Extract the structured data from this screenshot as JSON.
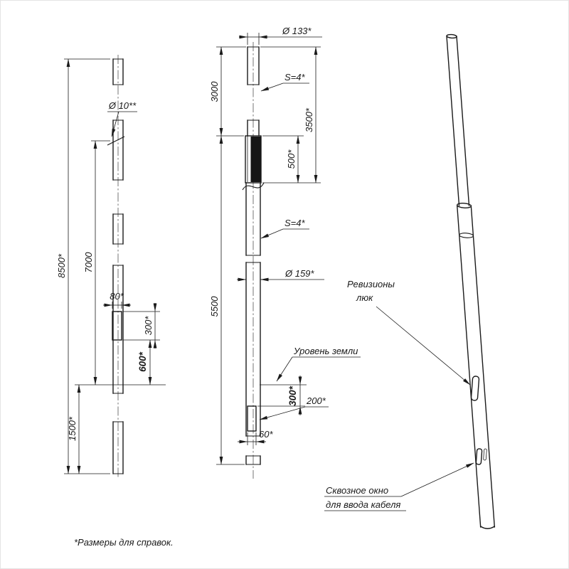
{
  "note": "*Размеры для справок.",
  "view_left": {
    "dim_8500": "8500*",
    "dim_7000": "7000",
    "dim_1500": "1500*",
    "dim_80": "80*",
    "dim_300": "300*",
    "dim_600": "600*",
    "hole_label": "Ø 10**"
  },
  "view_middle": {
    "dim_d133": "Ø 133*",
    "s4_top": "S=4*",
    "dim_3000": "3000",
    "dim_3500": "3500*",
    "dim_500": "500*",
    "dim_5500": "5500",
    "s4_mid": "S=4*",
    "dim_d159": "Ø 159*",
    "ground_label": "Уровень земли",
    "dim_300": "300*",
    "dim_200": "200*",
    "dim_60": "60*"
  },
  "view_3d": {
    "hatch_label_1": "Ревизионы",
    "hatch_label_2": "люк",
    "window_label_1": "Сквозное окно",
    "window_label_2": "для ввода кабеля"
  }
}
